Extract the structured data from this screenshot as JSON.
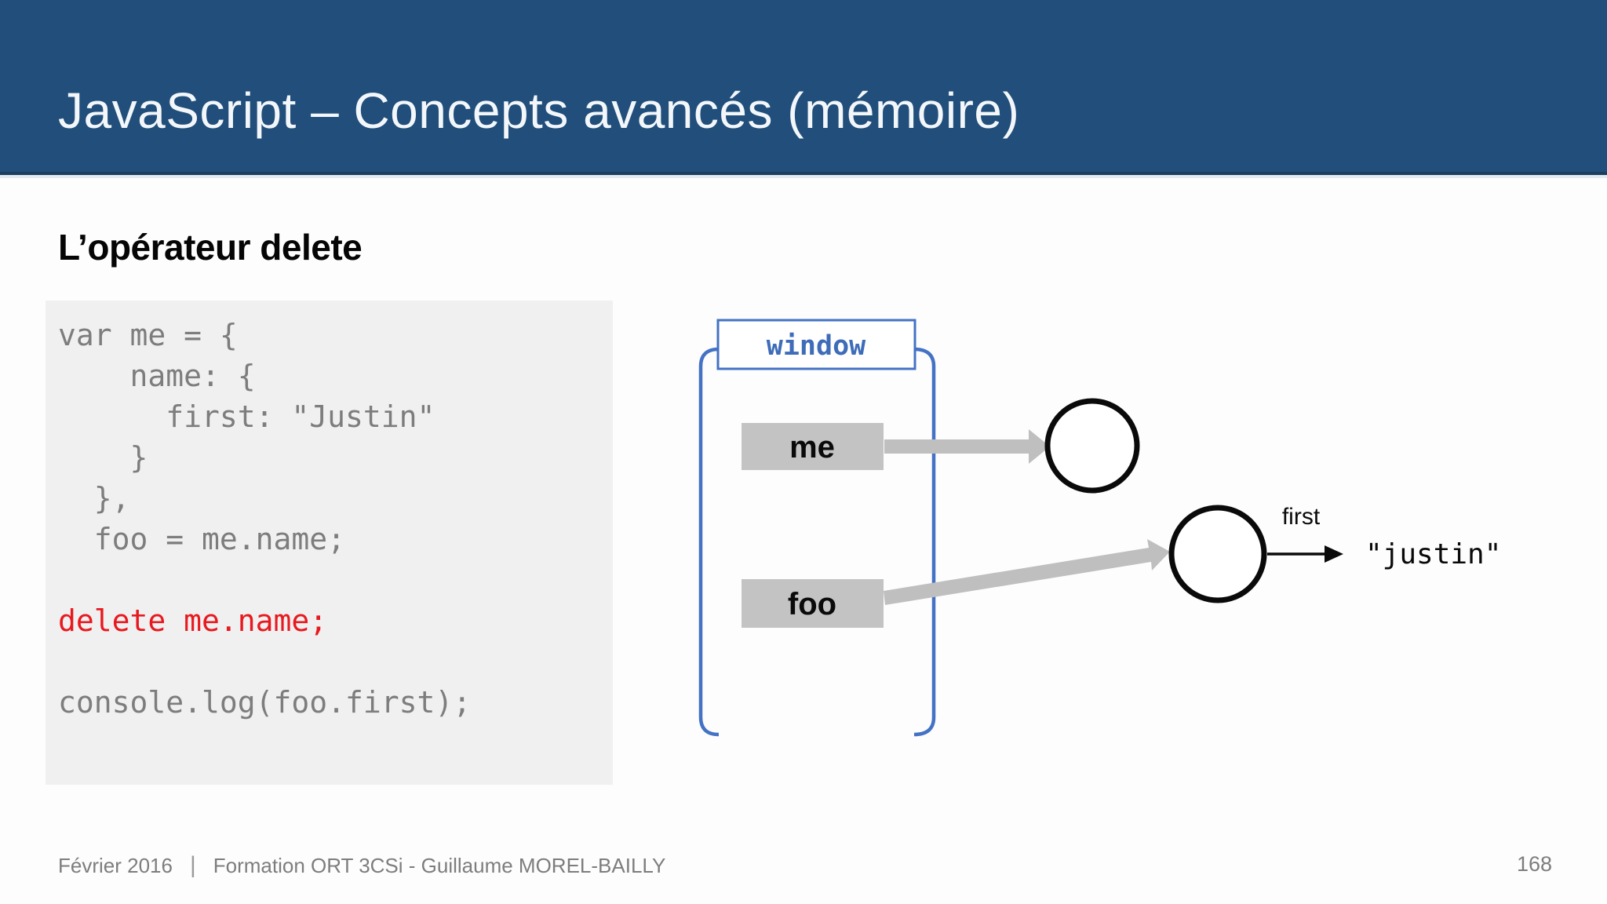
{
  "slide": {
    "header": {
      "title": "JavaScript – Concepts avancés (mémoire)",
      "bg_color": "#214E7B"
    },
    "section_heading": "L’opérateur delete",
    "code_block": {
      "bg_color": "#F0F0F1",
      "text_color": "#7D7D7D",
      "highlight_color": "#E8191E",
      "lines": [
        {
          "text": "var me = {",
          "highlight": false
        },
        {
          "text": "    name: {",
          "highlight": false
        },
        {
          "text": "      first: \"Justin\"",
          "highlight": false
        },
        {
          "text": "    }",
          "highlight": false
        },
        {
          "text": "  },",
          "highlight": false
        },
        {
          "text": "  foo = me.name;",
          "highlight": false
        },
        {
          "text": "",
          "highlight": false
        },
        {
          "text": "delete me.name;",
          "highlight": true
        },
        {
          "text": "",
          "highlight": false
        },
        {
          "text": "console.log(foo.first);",
          "highlight": false
        }
      ]
    },
    "diagram": {
      "scope_label": "window",
      "variables": [
        "me",
        "foo"
      ],
      "property_label": "first",
      "value_label": "\"justin\"",
      "accent_color": "#4472C4",
      "box_fill": "#C3C3C3",
      "arrow_color": "#BFBFBF",
      "circle_stroke": "#0A0A0A"
    },
    "footer": {
      "date": "Février 2016",
      "separator": "|",
      "credit": "Formation ORT 3CSi - Guillaume MOREL-BAILLY",
      "page_number": "168"
    }
  }
}
